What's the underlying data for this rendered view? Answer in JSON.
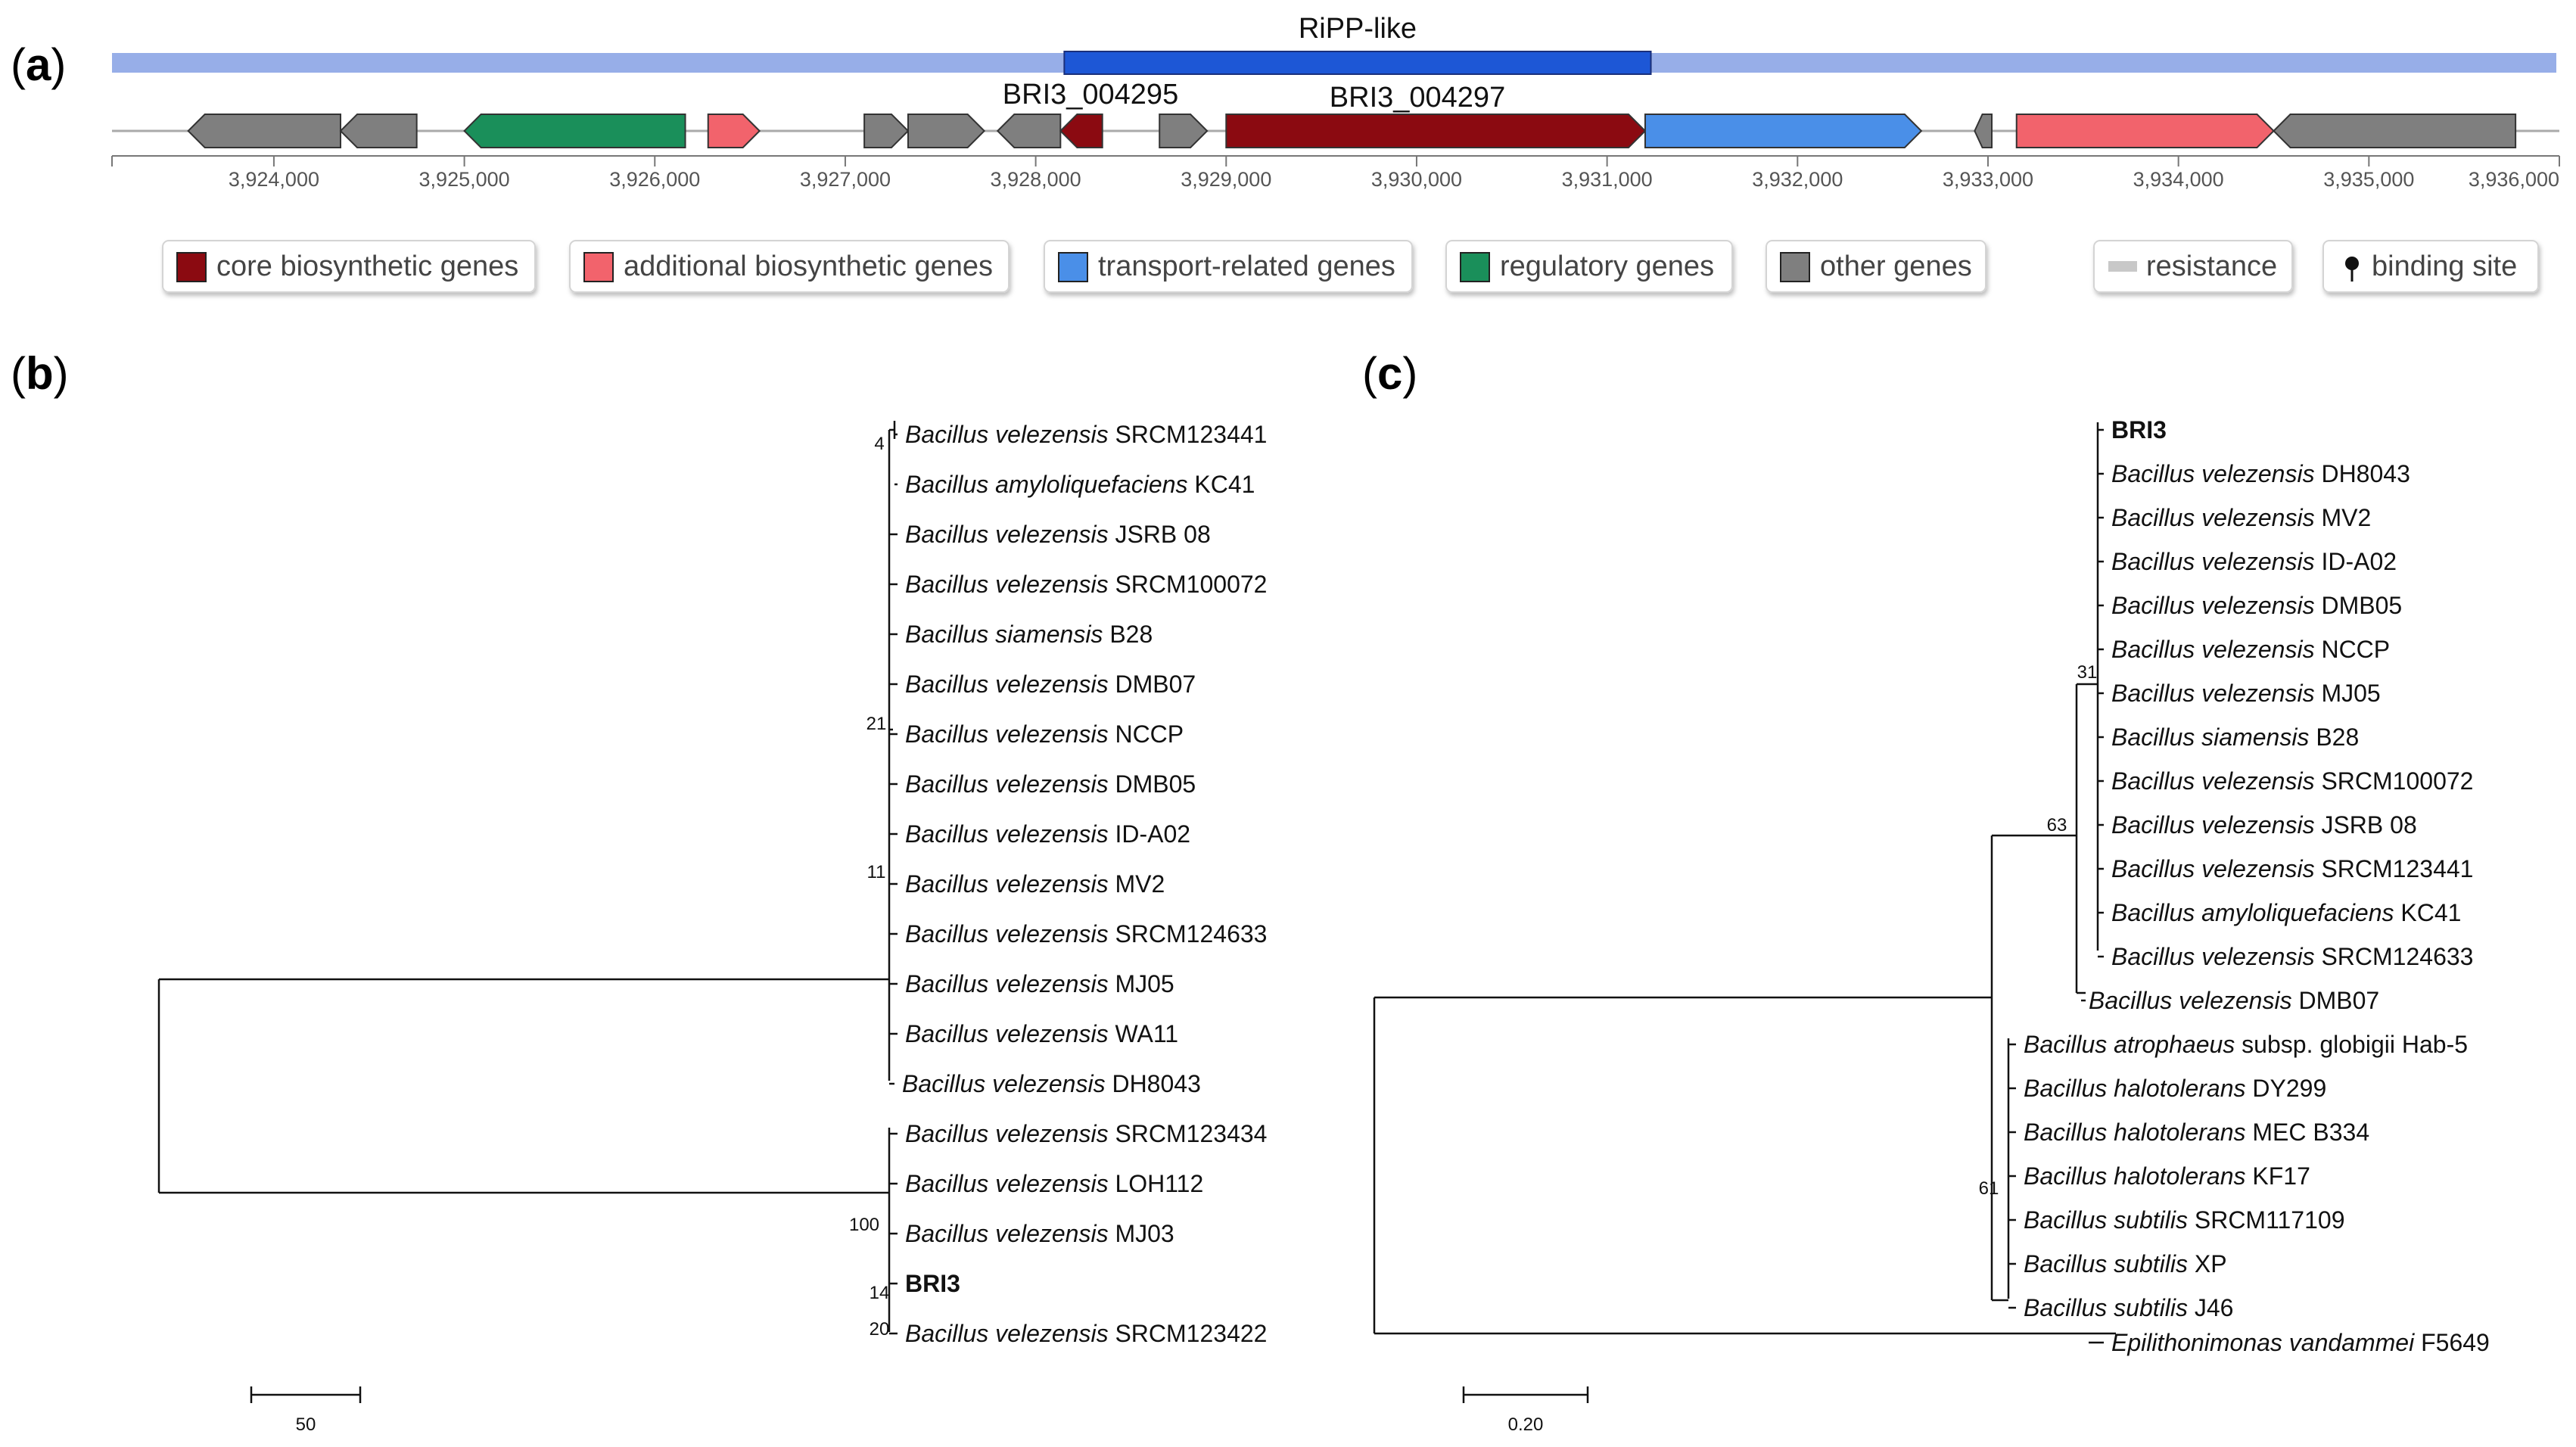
{
  "panels": {
    "a": "a",
    "b": "b",
    "c": "c"
  },
  "cluster": {
    "region_label": "RiPP-like",
    "gene_labels": [
      "BRI3_004295",
      "BRI3_004297"
    ],
    "axis_ticks": [
      "3,924,000",
      "3,925,000",
      "3,926,000",
      "3,927,000",
      "3,928,000",
      "3,929,000",
      "3,930,000",
      "3,931,000",
      "3,932,000",
      "3,933,000",
      "3,934,000",
      "3,935,000",
      "3,936,000"
    ],
    "axis_start": 3923150,
    "axis_end": 3936000,
    "region": [
      3928150,
      3931230
    ],
    "genes": [
      {
        "start": 3923550,
        "end": 3924350,
        "strand": -1,
        "type": "other"
      },
      {
        "start": 3924350,
        "end": 3924750,
        "strand": -1,
        "type": "other"
      },
      {
        "start": 3925000,
        "end": 3926160,
        "strand": -1,
        "type": "regulatory"
      },
      {
        "start": 3926280,
        "end": 3926550,
        "strand": 1,
        "type": "additional"
      },
      {
        "start": 3927100,
        "end": 3927330,
        "strand": 1,
        "type": "other"
      },
      {
        "start": 3927330,
        "end": 3927730,
        "strand": 1,
        "type": "other"
      },
      {
        "start": 3927800,
        "end": 3928130,
        "strand": -1,
        "type": "other"
      },
      {
        "start": 3928130,
        "end": 3928350,
        "strand": -1,
        "type": "core"
      },
      {
        "start": 3928650,
        "end": 3928900,
        "strand": 1,
        "type": "other"
      },
      {
        "start": 3929000,
        "end": 3931200,
        "strand": 1,
        "type": "core"
      },
      {
        "start": 3931200,
        "end": 3932650,
        "strand": 1,
        "type": "transport"
      },
      {
        "start": 3932930,
        "end": 3933020,
        "strand": -1,
        "type": "other"
      },
      {
        "start": 3933150,
        "end": 3934500,
        "strand": 1,
        "type": "additional"
      },
      {
        "start": 3934500,
        "end": 3935770,
        "strand": -1,
        "type": "other"
      }
    ],
    "colors": {
      "core": "#8b0a11",
      "additional": "#f2636c",
      "transport": "#4a8fe8",
      "regulatory": "#1a8f5a",
      "other": "#7f7f7f",
      "resistance": "#c8c8c8",
      "region_bar": "#97aee8",
      "region_box": "#1d57d6"
    },
    "legend": [
      {
        "label": "core biosynthetic genes",
        "type": "core"
      },
      {
        "label": "additional biosynthetic genes",
        "type": "additional"
      },
      {
        "label": "transport-related genes",
        "type": "transport"
      },
      {
        "label": "regulatory genes",
        "type": "regulatory"
      },
      {
        "label": "other genes",
        "type": "other"
      },
      {
        "label": "resistance",
        "type": "resistance"
      },
      {
        "label": "binding site",
        "type": "binding"
      }
    ]
  },
  "tree_b": {
    "taxa": [
      {
        "genus": "Bacillus velezensis",
        "strain": "SRCM123441"
      },
      {
        "genus": "Bacillus amyloliquefaciens",
        "strain": "KC41"
      },
      {
        "genus": "Bacillus velezensis",
        "strain": "JSRB 08"
      },
      {
        "genus": "Bacillus velezensis",
        "strain": "SRCM100072"
      },
      {
        "genus": "Bacillus siamensis",
        "strain": "B28"
      },
      {
        "genus": "Bacillus velezensis",
        "strain": "DMB07"
      },
      {
        "genus": "Bacillus velezensis",
        "strain": "NCCP"
      },
      {
        "genus": "Bacillus velezensis",
        "strain": "DMB05"
      },
      {
        "genus": "Bacillus velezensis",
        "strain": "ID-A02"
      },
      {
        "genus": "Bacillus velezensis",
        "strain": "MV2"
      },
      {
        "genus": "Bacillus velezensis",
        "strain": "SRCM124633"
      },
      {
        "genus": "Bacillus velezensis",
        "strain": "MJ05"
      },
      {
        "genus": "Bacillus velezensis",
        "strain": "WA11"
      },
      {
        "genus": "Bacillus velezensis",
        "strain": "DH8043"
      },
      {
        "genus": "Bacillus velezensis",
        "strain": "SRCM123434"
      },
      {
        "genus": "Bacillus velezensis",
        "strain": "LOH112"
      },
      {
        "genus": "Bacillus velezensis",
        "strain": "MJ03"
      },
      {
        "genus": "",
        "strain": "BRI3",
        "bold": true
      },
      {
        "genus": "Bacillus velezensis",
        "strain": "SRCM123422"
      }
    ],
    "bootstraps": [
      "4",
      "21",
      "11",
      "100",
      "14",
      "20"
    ],
    "scale_label": "50"
  },
  "tree_c": {
    "taxa": [
      {
        "genus": "",
        "strain": "BRI3",
        "bold": true
      },
      {
        "genus": "Bacillus velezensis",
        "strain": "DH8043"
      },
      {
        "genus": "Bacillus velezensis",
        "strain": "MV2"
      },
      {
        "genus": "Bacillus velezensis",
        "strain": "ID-A02"
      },
      {
        "genus": "Bacillus velezensis",
        "strain": "DMB05"
      },
      {
        "genus": "Bacillus velezensis",
        "strain": "NCCP"
      },
      {
        "genus": "Bacillus velezensis",
        "strain": "MJ05"
      },
      {
        "genus": "Bacillus siamensis",
        "strain": "B28"
      },
      {
        "genus": "Bacillus velezensis",
        "strain": "SRCM100072"
      },
      {
        "genus": "Bacillus velezensis",
        "strain": "JSRB 08"
      },
      {
        "genus": "Bacillus velezensis",
        "strain": "SRCM123441"
      },
      {
        "genus": "Bacillus amyloliquefaciens",
        "strain": "KC41"
      },
      {
        "genus": "Bacillus velezensis",
        "strain": "SRCM124633"
      },
      {
        "genus": "Bacillus velezensis",
        "strain": "DMB07"
      },
      {
        "genus": "Bacillus atrophaeus",
        "strain": "subsp. globigii Hab-5"
      },
      {
        "genus": "Bacillus halotolerans",
        "strain": "DY299"
      },
      {
        "genus": "Bacillus halotolerans",
        "strain": "MEC B334"
      },
      {
        "genus": "Bacillus halotolerans",
        "strain": "KF17"
      },
      {
        "genus": "Bacillus subtilis",
        "strain": "SRCM117109"
      },
      {
        "genus": "Bacillus subtilis",
        "strain": "XP"
      },
      {
        "genus": "Bacillus subtilis",
        "strain": "J46"
      },
      {
        "genus": "Epilithonimonas vandammei",
        "strain": "F5649"
      }
    ],
    "bootstraps": [
      "31",
      "63",
      "61"
    ],
    "scale_label": "0.20"
  }
}
